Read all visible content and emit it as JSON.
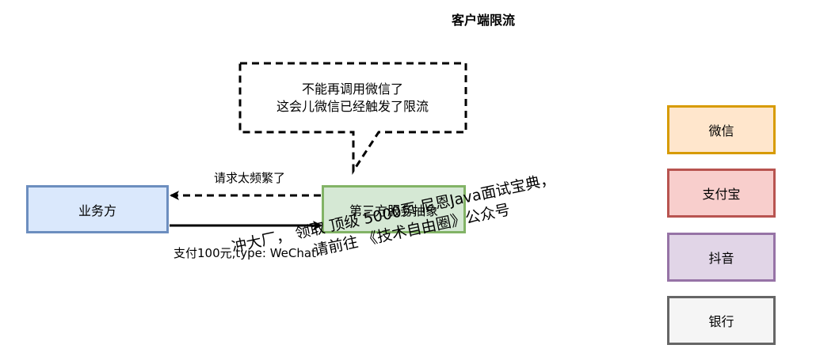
{
  "title": "客户端限流",
  "nodes": {
    "business": {
      "label": "业务方",
      "fill": "#dae8fc",
      "stroke": "#6c8ebf"
    },
    "service": {
      "label": "第三方服务抽象",
      "fill": "#d5e8d4",
      "stroke": "#82b366"
    },
    "wechat": {
      "label": "微信",
      "fill": "#ffe6cc",
      "stroke": "#d79b00"
    },
    "alipay": {
      "label": "支付宝",
      "fill": "#f8cecc",
      "stroke": "#b85450"
    },
    "douyin": {
      "label": "抖音",
      "fill": "#e1d5e7",
      "stroke": "#9673a6"
    },
    "bank": {
      "label": "银行",
      "fill": "#f5f5f5",
      "stroke": "#666666"
    }
  },
  "callout": {
    "line1": "不能再调用微信了",
    "line2": "这会儿微信已经触发了限流"
  },
  "edges": {
    "request_label": "支付100元,type: WeChat",
    "response_label": "请求太频繁了"
  },
  "watermark": {
    "line1": "冲大厂， 领取 顶级 5000页 尼恩Java面试宝典，",
    "line2": "请前往 《技术自由圈》公众号"
  }
}
